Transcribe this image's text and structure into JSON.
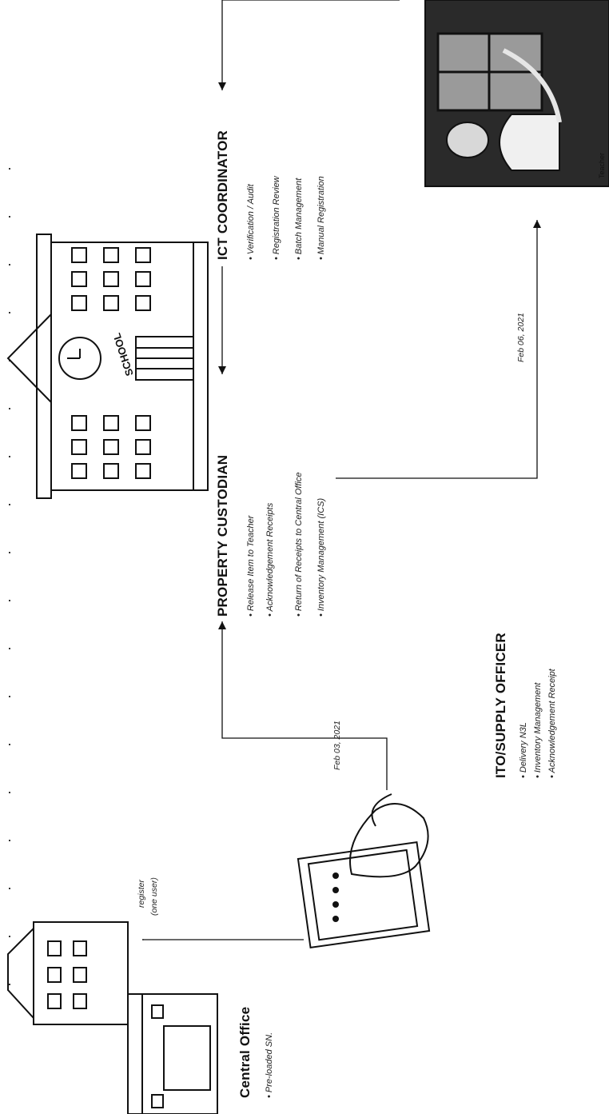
{
  "central_office": {
    "title": "Central Office",
    "items": [
      "Pre-loaded SN."
    ]
  },
  "connector_central_ito": {
    "label_line1": "register",
    "label_line2": "(one user)"
  },
  "ito_supply_officer": {
    "title": "ITO/SUPPLY OFFICER",
    "items": [
      "Delivery N3L",
      "Inventory Management",
      "Acknowledgement Receipt"
    ]
  },
  "connector_ito_custodian": {
    "date": "Feb 03, 2021"
  },
  "property_custodian": {
    "title": "PROPERTY CUSTODIAN",
    "items": [
      "Release Item to Teacher",
      "Acknowledgement Receipts",
      "Return of Receipts to Central Office",
      "Inventory Management (ICS)"
    ]
  },
  "ict_coordinator": {
    "title": "ICT COORDINATOR",
    "items": [
      "Verification / Audit",
      "Registration Review",
      "Batch Management",
      "Manual Registration"
    ]
  },
  "connector_custodian_teacher": {
    "date": "Feb 06, 2021"
  },
  "school_sign": {
    "text": "SCHOOL"
  },
  "teacher_image": {
    "caption": "Teacher"
  }
}
